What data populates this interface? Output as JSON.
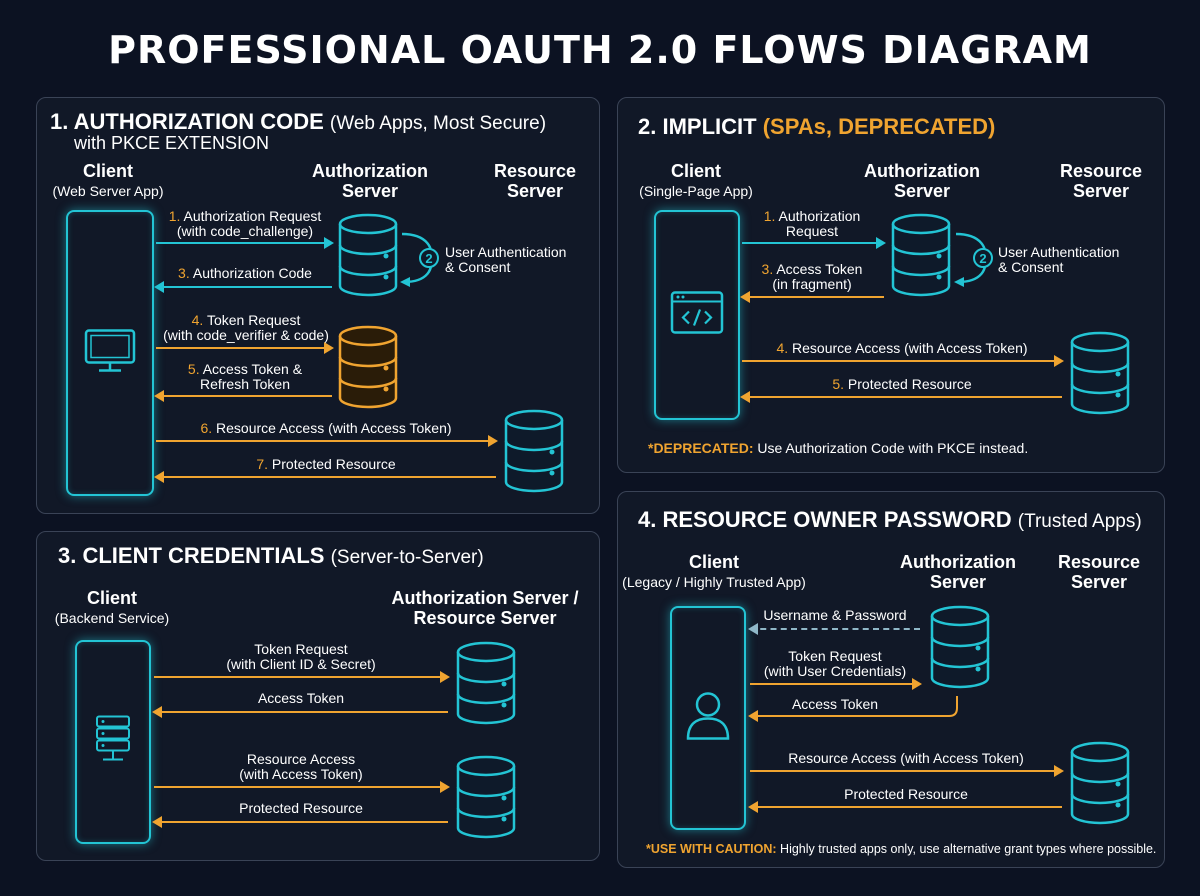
{
  "title": "PROFESSIONAL OAUTH 2.0 FLOWS DIAGRAM",
  "colors": {
    "accent_orange": "#f0a430",
    "accent_cyan": "#23c4d4",
    "background": "#0c1222",
    "panel_border": "#3a4356"
  },
  "panels": {
    "auth_code": {
      "title": "1. AUTHORIZATION CODE",
      "title_suffix": "(Web Apps, Most Secure)",
      "subtitle": "with PKCE EXTENSION",
      "client": {
        "name": "Client",
        "detail": "(Web Server App)",
        "icon": "monitor-icon"
      },
      "auth_server": {
        "line1": "Authorization",
        "line2": "Server"
      },
      "resource_server": {
        "line1": "Resource",
        "line2": "Server"
      },
      "steps": [
        {
          "num": "1.",
          "line1": "Authorization Request",
          "line2": "(with code_challenge)"
        },
        {
          "num": "2",
          "line1": "User Authentication",
          "line2": "& Consent"
        },
        {
          "num": "3.",
          "line1": "Authorization Code",
          "line2": ""
        },
        {
          "num": "4.",
          "line1": "Token Request",
          "line2": "(with code_verifier & code)"
        },
        {
          "num": "5.",
          "line1": "Access Token &",
          "line2": "Refresh Token"
        },
        {
          "num": "6.",
          "line1": "Resource Access (with Access Token)",
          "line2": ""
        },
        {
          "num": "7.",
          "line1": "Protected Resource",
          "line2": ""
        }
      ]
    },
    "implicit": {
      "title": "2. IMPLICIT",
      "title_suffix": "(SPAs, DEPRECATED)",
      "client": {
        "name": "Client",
        "detail": "(Single-Page App)",
        "icon": "code-window-icon"
      },
      "auth_server": {
        "line1": "Authorization",
        "line2": "Server"
      },
      "resource_server": {
        "line1": "Resource",
        "line2": "Server"
      },
      "steps": [
        {
          "num": "1.",
          "line1": "Authorization",
          "line2": "Request"
        },
        {
          "num": "2",
          "line1": "User Authentication",
          "line2": "& Consent"
        },
        {
          "num": "3.",
          "line1": "Access Token",
          "line2": "(in fragment)"
        },
        {
          "num": "4.",
          "line1": "Resource Access (with Access Token)",
          "line2": ""
        },
        {
          "num": "5.",
          "line1": "Protected Resource",
          "line2": ""
        }
      ],
      "note_label": "*DEPRECATED:",
      "note_text": "Use Authorization Code with PKCE instead."
    },
    "client_credentials": {
      "title": "3. CLIENT CREDENTIALS",
      "title_suffix": "(Server-to-Server)",
      "client": {
        "name": "Client",
        "detail": "(Backend Service)",
        "icon": "server-rack-icon"
      },
      "server": {
        "line1": "Authorization Server /",
        "line2": "Resource Server"
      },
      "steps": [
        {
          "line1": "Token Request",
          "line2": "(with Client ID & Secret)"
        },
        {
          "line1": "Access Token",
          "line2": ""
        },
        {
          "line1": "Resource Access",
          "line2": "(with Access Token)"
        },
        {
          "line1": "Protected Resource",
          "line2": ""
        }
      ]
    },
    "password": {
      "title": "4. RESOURCE OWNER PASSWORD",
      "title_suffix": "(Trusted Apps)",
      "client": {
        "name": "Client",
        "detail": "(Legacy / Highly Trusted App)",
        "icon": "user-icon"
      },
      "auth_server": {
        "line1": "Authorization",
        "line2": "Server"
      },
      "resource_server": {
        "line1": "Resource",
        "line2": "Server"
      },
      "steps": [
        {
          "line1": "Username & Password",
          "line2": ""
        },
        {
          "line1": "Token Request",
          "line2": "(with User Credentials)"
        },
        {
          "line1": "Access Token",
          "line2": ""
        },
        {
          "line1": "Resource Access (with Access Token)",
          "line2": ""
        },
        {
          "line1": "Protected Resource",
          "line2": ""
        }
      ],
      "note_label": "*USE WITH CAUTION:",
      "note_text": "Highly trusted apps only, use alternative grant types where possible."
    }
  }
}
